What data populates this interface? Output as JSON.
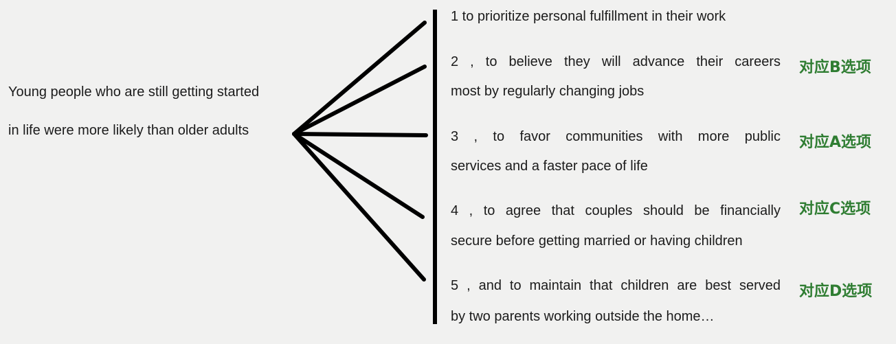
{
  "stem": {
    "line1": "Young people who are still getting started",
    "line2": "in life were more likely than older adults"
  },
  "items": [
    {
      "line1": "1  to prioritize personal fulfillment in their work",
      "line2": "",
      "answer": ""
    },
    {
      "line1": "2 , to believe they will advance their careers",
      "line2": "most by regularly changing jobs",
      "answer": "对应B选项"
    },
    {
      "line1": "3 , to favor communities with more public",
      "line2": "services and a faster pace of life",
      "answer": "对应A选项"
    },
    {
      "line1": "4 , to agree that couples should be financially",
      "line2": "secure before getting married or having children",
      "answer": "对应C选项"
    },
    {
      "line1": "5 , and to maintain that children are best served",
      "line2": "by two parents working outside the home…",
      "answer": "对应D选项"
    }
  ],
  "colors": {
    "background": "#f1f1f0",
    "text": "#1b1b1b",
    "answer": "#2f7d32",
    "lines": "#000000"
  }
}
